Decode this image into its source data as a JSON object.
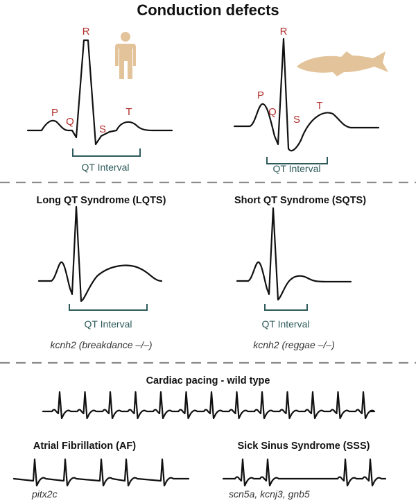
{
  "title": "Conduction defects",
  "human_ecg": {
    "labels": {
      "p": "P",
      "q": "Q",
      "r": "R",
      "s": "S",
      "t": "T"
    },
    "interval_label": "QT Interval",
    "figure_icon": "human-figure-icon"
  },
  "fish_ecg": {
    "labels": {
      "p": "P",
      "q": "Q",
      "r": "R",
      "s": "S",
      "t": "T"
    },
    "interval_label": "QT Interval",
    "figure_icon": "zebrafish-icon"
  },
  "lqts": {
    "heading": "Long QT Syndrome (LQTS)",
    "interval_label": "QT Interval",
    "gene": "kcnh2 (breakdance –/–)"
  },
  "sqts": {
    "heading": "Short QT Syndrome (SQTS)",
    "interval_label": "QT Interval",
    "gene": "kcnh2 (reggae –/–)"
  },
  "wild_type": {
    "heading": "Cardiac pacing - wild type"
  },
  "af": {
    "heading": "Atrial Fibrillation (AF)",
    "gene": "pitx2c"
  },
  "sss": {
    "heading": "Sick Sinus Syndrome (SSS)",
    "gene": "scn5a, kcnj3, gnb5"
  },
  "colors": {
    "wave_labels": "#b0302c",
    "qt_bracket": "#2e5a5a",
    "silhouette": "#e3c39a",
    "trace": "#111111",
    "divider": "#8a8a8a"
  }
}
